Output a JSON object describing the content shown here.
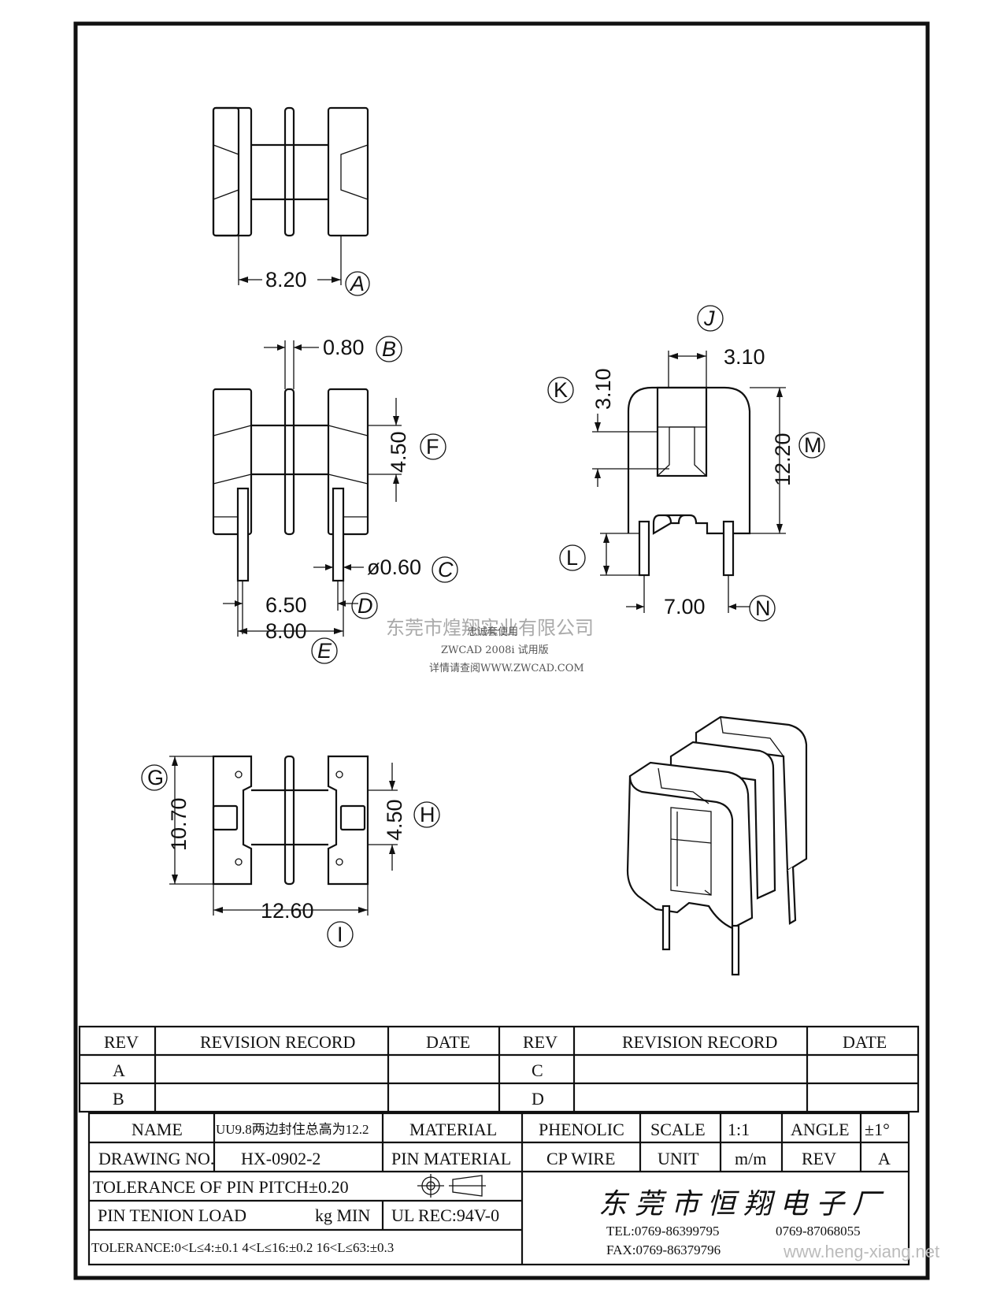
{
  "dimensions": {
    "a": {
      "value": "8.20",
      "label": "A"
    },
    "b": {
      "value": "0.80",
      "label": "B"
    },
    "c": {
      "value": "ø0.60",
      "label": "C"
    },
    "d": {
      "value": "6.50",
      "label": "D"
    },
    "e": {
      "value": "8.00",
      "label": "E"
    },
    "f": {
      "value": "4.50",
      "label": "F"
    },
    "g": {
      "value": "10.70",
      "label": "G"
    },
    "h": {
      "value": "4.50",
      "label": "H"
    },
    "i": {
      "value": "12.60",
      "label": "I"
    },
    "j": {
      "value": "3.10",
      "label": "J"
    },
    "k": {
      "value": "3.10",
      "label": "K"
    },
    "l": {
      "value": "",
      "label": "L"
    },
    "m": {
      "value": "12.20",
      "label": "M"
    },
    "n": {
      "value": "7.00",
      "label": "N"
    }
  },
  "watermark": {
    "company": "东莞市煌翔实业有限公司",
    "line1": "忠诚套使用",
    "line2": "ZWCAD 2008i 试用版",
    "line3": "详情请查阅WWW.ZWCAD.COM"
  },
  "revision_table": {
    "headers": [
      "REV",
      "REVISION RECORD",
      "DATE",
      "REV",
      "REVISION RECORD",
      "DATE"
    ],
    "rows": [
      [
        "A",
        "",
        "",
        "C",
        "",
        ""
      ],
      [
        "B",
        "",
        "",
        "D",
        "",
        ""
      ]
    ]
  },
  "title_block": {
    "name_label": "NAME",
    "name_value": "UU9.8两边封住总高为12.2",
    "material_label": "MATERIAL",
    "material_value": "PHENOLIC",
    "scale_label": "SCALE",
    "scale_value": "1:1",
    "angle_label": "ANGLE",
    "angle_value": "±1°",
    "drawing_no_label": "DRAWING NO.",
    "drawing_no_value": "HX-0902-2",
    "pin_material_label": "PIN MATERIAL",
    "pin_material_value": "CP WIRE",
    "unit_label": "UNIT",
    "unit_value": "m/m",
    "rev_label": "REV",
    "rev_value": "A",
    "tolerance_pitch": "TOLERANCE OF PIN PITCH±0.20",
    "pin_tension_label": "PIN TENION LOAD",
    "pin_tension_unit": "kg MIN",
    "ul_rec": "UL REC:94V-0",
    "tolerance_general": "TOLERANCE:0<L≤4:±0.1  4<L≤16:±0.2  16<L≤63:±0.3",
    "company": "东莞市恒翔电子厂",
    "tel": "TEL:0769-86399795",
    "tel2": "0769-87068055",
    "fax": "FAX:0769-86379796"
  },
  "footer_url": "www.heng-xiang.net"
}
